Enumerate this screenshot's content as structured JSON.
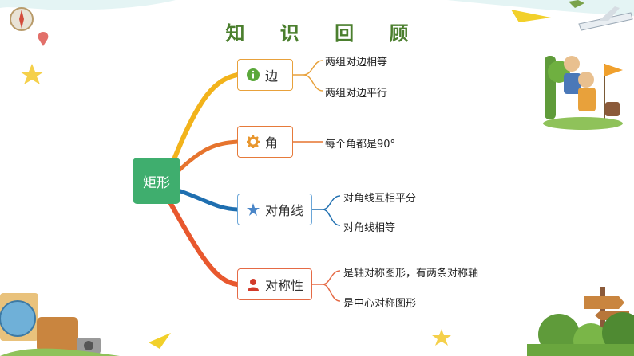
{
  "title": "知 识 回 顾",
  "root": {
    "label": "矩形"
  },
  "branches": [
    {
      "label": "边",
      "icon": "info-icon",
      "leaves": [
        "两组对边相等",
        "两组对边平行"
      ]
    },
    {
      "label": "角",
      "icon": "gear-icon",
      "leaves": [
        "每个角都是90°"
      ]
    },
    {
      "label": "对角线",
      "icon": "star-icon",
      "leaves": [
        "对角线互相平分",
        "对角线相等"
      ]
    },
    {
      "label": "对称性",
      "icon": "person-icon",
      "leaves": [
        "是轴对称图形，有两条对称轴",
        "是中心对称图形"
      ]
    }
  ],
  "colors": {
    "title": "#4b7f2e",
    "root": "#3fae6e",
    "edge": "#f2b31b",
    "angle": "#e6742e",
    "diagonal": "#1f6fb0",
    "symmetry": "#e8582e"
  },
  "decorations": [
    "compass-icon",
    "star-icon",
    "paper-plane-icon",
    "airplane-icon",
    "kids-explorer-illustration",
    "globe-icon",
    "suitcase-icon",
    "camera-icon",
    "signpost-icon",
    "trees-illustration"
  ]
}
